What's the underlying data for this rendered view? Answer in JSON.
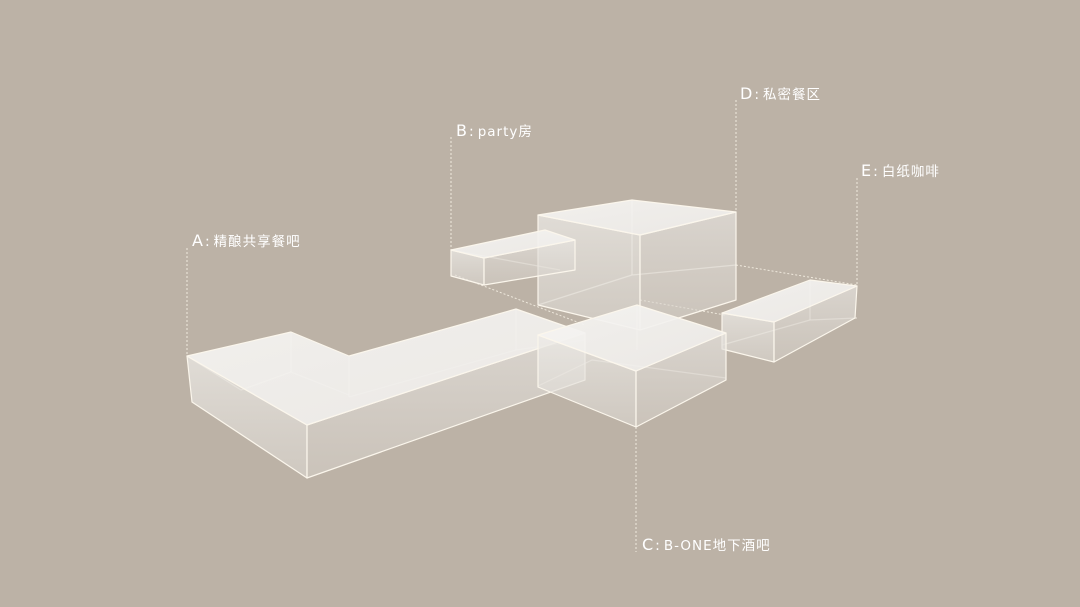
{
  "diagram": {
    "background_color": "#bcb2a6",
    "line_color": "#fbf6ec",
    "fill_color": "#f3f1ee",
    "labels": [
      {
        "id": "A",
        "letter": "A",
        "separator": ":",
        "name": "精酿共享餐吧"
      },
      {
        "id": "B",
        "letter": "B",
        "separator": ":",
        "name": "party房"
      },
      {
        "id": "C",
        "letter": "C",
        "separator": ":",
        "name": "B-ONE地下酒吧"
      },
      {
        "id": "D",
        "letter": "D",
        "separator": ":",
        "name": "私密餐区"
      },
      {
        "id": "E",
        "letter": "E",
        "separator": ":",
        "name": "白纸咖啡"
      }
    ],
    "volumes": [
      {
        "id": "A",
        "shape": "L-shaped block",
        "label": "精酿共享餐吧"
      },
      {
        "id": "B",
        "shape": "thin bar",
        "label": "party房"
      },
      {
        "id": "C",
        "shape": "box",
        "label": "B-ONE地下酒吧"
      },
      {
        "id": "D",
        "shape": "tall cube",
        "label": "私密餐区"
      },
      {
        "id": "E",
        "shape": "bar",
        "label": "白纸咖啡"
      }
    ]
  }
}
